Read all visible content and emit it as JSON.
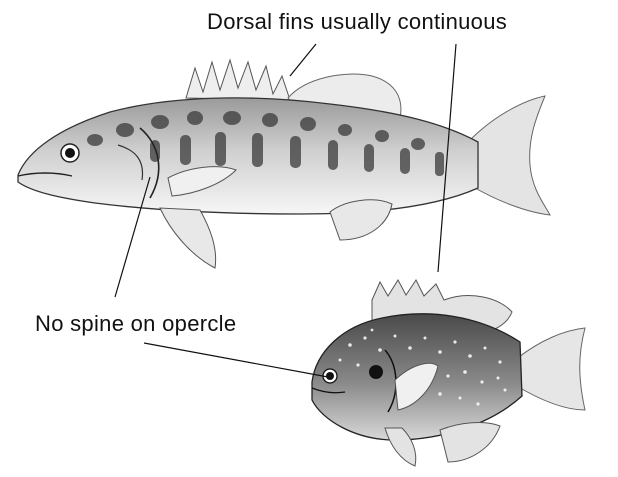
{
  "labels": {
    "dorsal": "Dorsal fins usually continuous",
    "opercle": "No spine on opercle"
  },
  "colors": {
    "ink": "#222222",
    "fin": "#e9e9e9",
    "body_light": "#f4f4f4",
    "body_mid": "#c9c9c9",
    "spots": "#3a3a3a",
    "background": "#ffffff"
  },
  "icons": {
    "fish_top": "bass-fish-illustration",
    "fish_bottom": "sunfish-illustration"
  }
}
